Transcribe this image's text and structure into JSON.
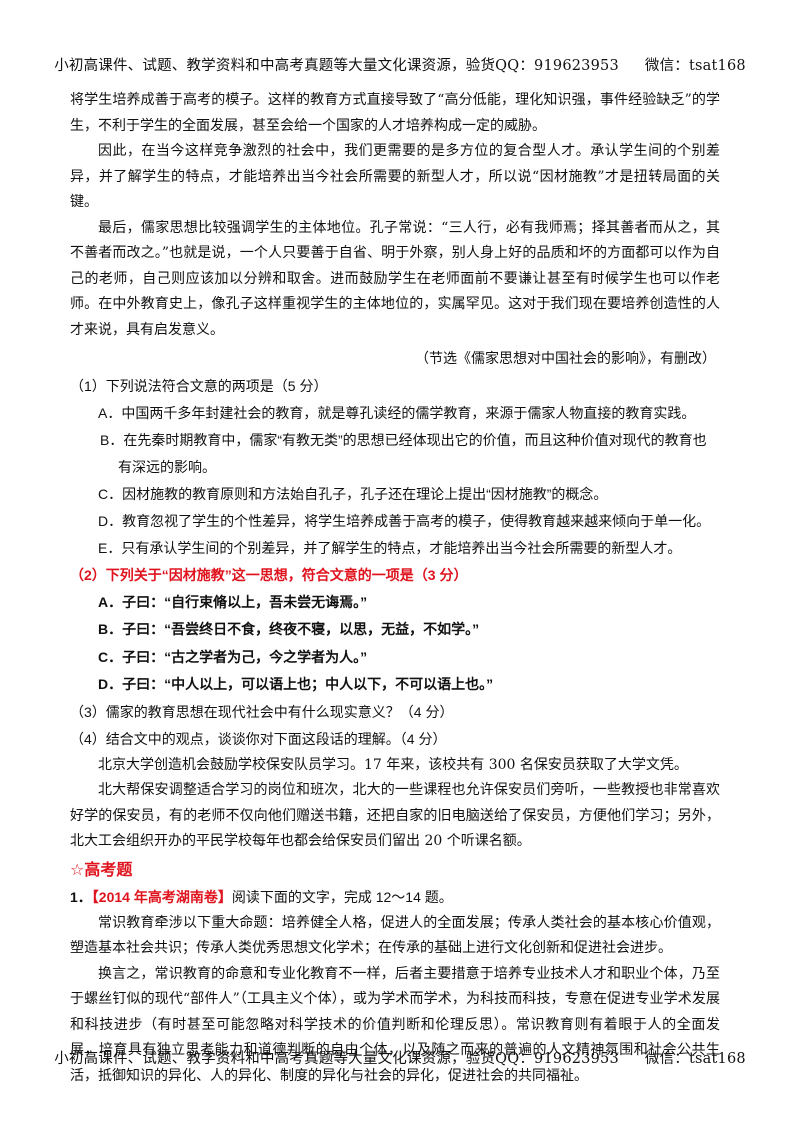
{
  "header": {
    "text": "小初高课件、试题、教学资料和中高考真题等大量文化课资源，验货QQ：919623953",
    "wechat": "微信：tsat168"
  },
  "footer": {
    "text": "小初高课件、试题、教学资料和中高考真题等大量文化课资源，验货QQ：919623953",
    "wechat": "微信：tsat168"
  },
  "passage": [
    "将学生培养成善于高考的模子。这样的教育方式直接导致了“高分低能，理化知识强，事件经验缺乏”的学生，不利于学生的全面发展，甚至会给一个国家的人才培养构成一定的威胁。",
    "因此，在当今这样竞争激烈的社会中，我们更需要的是多方位的复合型人才。承认学生间的个别差异，并了解学生的特点，才能培养出当今社会所需要的新型人才，所以说“因材施教”才是扭转局面的关键。",
    "最后，儒家思想比较强调学生的主体地位。孔子常说：“三人行，必有我师焉；择其善者而从之，其不善者而改之。”也就是说，一个人只要善于自省、明于外察，别人身上好的品质和坏的方面都可以作为自己的老师，自己则应该加以分辨和取舍。进而鼓励学生在老师面前不要谦让甚至有时候学生也可以作老师。在中外教育史上，像孔子这样重视学生的主体地位的，实属罕见。这对于我们现在要培养创造性的人才来说，具有启发意义。"
  ],
  "source": "（节选《儒家思想对中国社会的影响》，有删改）",
  "q1": {
    "stem": "（1）下列说法符合文意的两项是（5 分）",
    "options": [
      "A．中国两千多年封建社会的教育，就是尊孔读经的儒学教育，来源于儒家人物直接的教育实践。",
      "B．在先秦时期教育中，儒家“有教无类”的思想已经体现出它的价值，而且这种价值对现代的教育也有深远的影响。",
      "C．因材施教的教育原则和方法始自孔子，孔子还在理论上提出“因材施教”的概念。",
      "D．教育忽视了学生的个性差异，将学生培养成善于高考的模子，使得教育越来越来倾向于单一化。",
      "E．只有承认学生间的个别差异，并了解学生的特点，才能培养出当今社会所需要的新型人才。"
    ]
  },
  "q2": {
    "stem": "（2）下列关于“因材施教”这一思想，符合文意的一项是（3 分）",
    "options": [
      "A．子曰：“自行束脩以上，吾未尝无诲焉。”",
      "B．子曰：“吾尝终日不食，终夜不寝，以思，无益，不如学。”",
      "C．子曰：“古之学者为己，今之学者为人。”",
      "D．子曰：“中人以上，可以语上也；中人以下，不可以语上也。”"
    ]
  },
  "q3": {
    "stem": "（3）儒家的教育思想在现代社会中有什么现实意义？（4 分）"
  },
  "q4": {
    "stem": "（4）结合文中的观点，谈谈你对下面这段话的理解。（4 分）",
    "material": [
      "北京大学创造机会鼓励学校保安队员学习。17 年来，该校共有 300 名保安员获取了大学文凭。",
      "北大帮保安调整适合学习的岗位和班次，北大的一些课程也允许保安员们旁听，一些教授也非常喜欢好学的保安员，有的老师不仅向他们赠送书籍，还把自家的旧电脑送给了保安员，方便他们学习；另外，北大工会组织开办的平民学校每年也都会给保安员们留出 20 个听课名额。"
    ]
  },
  "section": {
    "title": "☆高考题"
  },
  "item1": {
    "number": "1．",
    "tag": "【2014 年高考湖南卷】",
    "instruction": "阅读下面的文字，完成 12～14 题。",
    "paragraphs": [
      "常识教育牵涉以下重大命题：培养健全人格，促进人的全面发展；传承人类社会的基本核心价值观，塑造基本社会共识；传承人类优秀思想文化学术；在传承的基础上进行文化创新和促进社会进步。",
      "换言之，常识教育的命意和专业化教育不一样，后者主要措意于培养专业技术人才和职业个体，乃至于螺丝钉似的现代“部件人”（工具主义个体），或为学术而学术，为科技而科技，专意在促进专业学术发展和科技进步（有时甚至可能忽略对科学技术的价值判断和伦理反思）。常识教育则有着眼于人的全面发展，培育具有独立思考能力和道德判断的自由个体，以及随之而来的普遍的人文精神氛围和社会公共生活，抵御知识的异化、人的异化、制度的异化与社会的异化，促进社会的共同福祉。"
    ]
  }
}
